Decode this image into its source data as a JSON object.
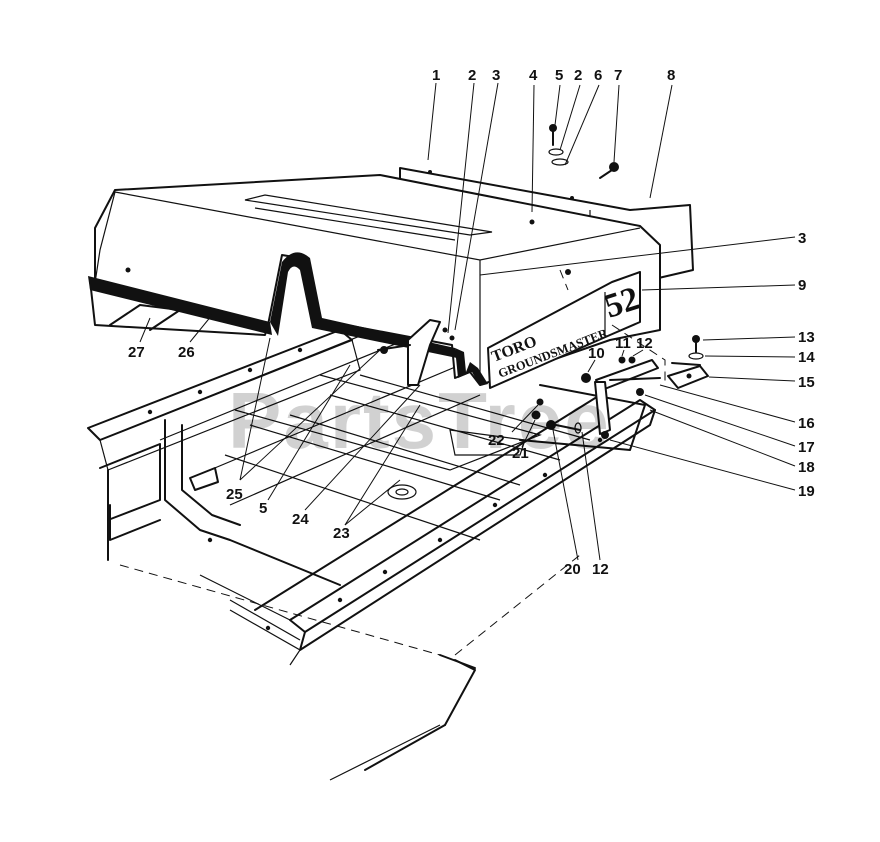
{
  "decal": {
    "brand": "TORO",
    "model": "GROUNDSMASTER",
    "number": "52"
  },
  "watermark": "PartsTree",
  "callouts": [
    {
      "id": "c1",
      "text": "1"
    },
    {
      "id": "c2a",
      "text": "2"
    },
    {
      "id": "c3a",
      "text": "3"
    },
    {
      "id": "c4",
      "text": "4"
    },
    {
      "id": "c5a",
      "text": "5"
    },
    {
      "id": "c2b",
      "text": "2"
    },
    {
      "id": "c6",
      "text": "6"
    },
    {
      "id": "c7",
      "text": "7"
    },
    {
      "id": "c8",
      "text": "8"
    },
    {
      "id": "c3b",
      "text": "3"
    },
    {
      "id": "c9",
      "text": "9"
    },
    {
      "id": "c13",
      "text": "13"
    },
    {
      "id": "c14",
      "text": "14"
    },
    {
      "id": "c15",
      "text": "15"
    },
    {
      "id": "c16",
      "text": "16"
    },
    {
      "id": "c17",
      "text": "17"
    },
    {
      "id": "c18",
      "text": "18"
    },
    {
      "id": "c19",
      "text": "19"
    },
    {
      "id": "c10",
      "text": "10"
    },
    {
      "id": "c11",
      "text": "11"
    },
    {
      "id": "c12a",
      "text": "12"
    },
    {
      "id": "c22",
      "text": "22"
    },
    {
      "id": "c21",
      "text": "21"
    },
    {
      "id": "c20",
      "text": "20"
    },
    {
      "id": "c12b",
      "text": "12"
    },
    {
      "id": "c27",
      "text": "27"
    },
    {
      "id": "c26",
      "text": "26"
    },
    {
      "id": "c25",
      "text": "25"
    },
    {
      "id": "c5b",
      "text": "5"
    },
    {
      "id": "c24",
      "text": "24"
    },
    {
      "id": "c23",
      "text": "23"
    }
  ]
}
